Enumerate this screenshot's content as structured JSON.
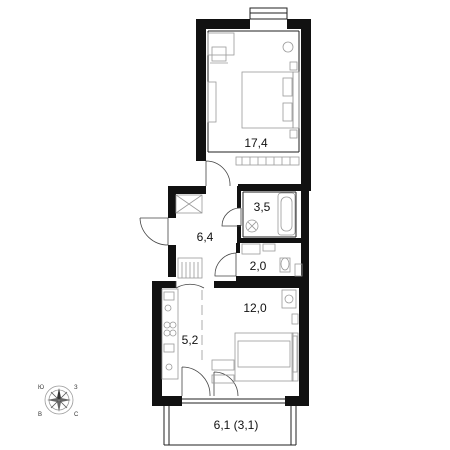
{
  "rooms": [
    {
      "id": "bedroom",
      "area": "17,4"
    },
    {
      "id": "bathroom",
      "area": "3,5"
    },
    {
      "id": "hallway",
      "area": "6,4"
    },
    {
      "id": "toilet",
      "area": "2,0"
    },
    {
      "id": "living-room",
      "area": "12,0"
    },
    {
      "id": "kitchen",
      "area": "5,2"
    },
    {
      "id": "loggia",
      "area": "6,1 (3,1)"
    }
  ],
  "compass": {
    "north": "С",
    "south": "Ю",
    "east": "В",
    "west": "З"
  }
}
